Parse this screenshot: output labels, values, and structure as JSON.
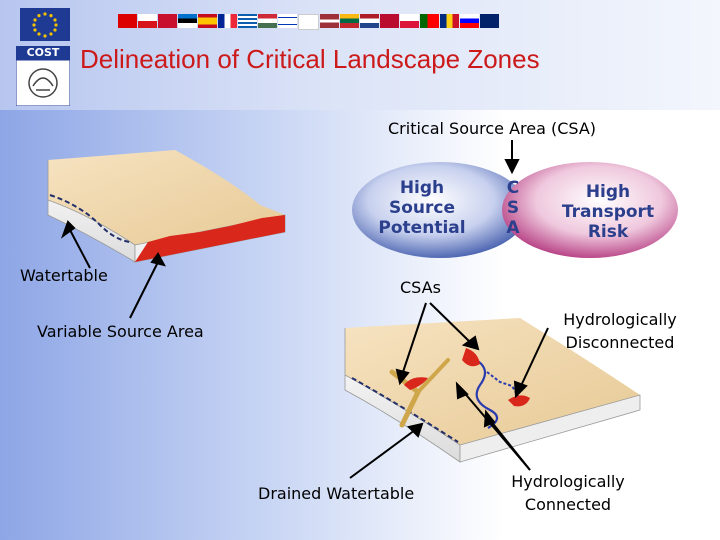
{
  "header": {
    "title": "Delineation of Critical Landscape Zones",
    "logo_text": "COST"
  },
  "venn": {
    "top_label": "Critical Source Area (CSA)",
    "left_circle": [
      "High",
      "Source",
      "Potential"
    ],
    "overlap": [
      "C",
      "S",
      "A"
    ],
    "right_circle": [
      "High",
      "Transport",
      "Risk"
    ]
  },
  "labels": {
    "watertable": "Watertable",
    "variable_source_area": "Variable Source Area",
    "csas": "CSAs",
    "hydro_disconnected_1": "Hydrologically",
    "hydro_disconnected_2": "Disconnected",
    "drained_watertable": "Drained Watertable",
    "hydro_connected_1": "Hydrologically",
    "hydro_connected_2": "Connected"
  },
  "colors": {
    "title": "#cc1a1a",
    "left_circle": "#3a55a8",
    "right_circle": "#b0307a",
    "csa_red": "#d9271b"
  }
}
